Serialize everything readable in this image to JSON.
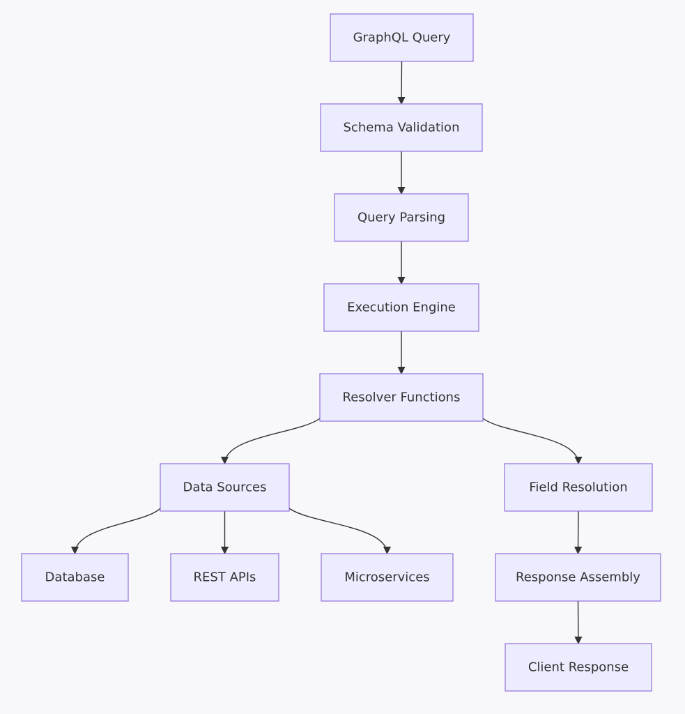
{
  "diagram": {
    "type": "flowchart",
    "direction": "top-down",
    "colors": {
      "background": "#f8f8fa",
      "node_fill": "#ececff",
      "node_stroke": "#9370db",
      "edge": "#333333",
      "text": "#333333"
    },
    "nodes": [
      {
        "id": "graphql_query",
        "label": "GraphQL Query"
      },
      {
        "id": "schema_validation",
        "label": "Schema Validation"
      },
      {
        "id": "query_parsing",
        "label": "Query Parsing"
      },
      {
        "id": "execution_engine",
        "label": "Execution Engine"
      },
      {
        "id": "resolver_functions",
        "label": "Resolver Functions"
      },
      {
        "id": "data_sources",
        "label": "Data Sources"
      },
      {
        "id": "field_resolution",
        "label": "Field Resolution"
      },
      {
        "id": "database",
        "label": "Database"
      },
      {
        "id": "rest_apis",
        "label": "REST APIs"
      },
      {
        "id": "microservices",
        "label": "Microservices"
      },
      {
        "id": "response_assembly",
        "label": "Response Assembly"
      },
      {
        "id": "client_response",
        "label": "Client Response"
      }
    ],
    "edges": [
      {
        "from": "graphql_query",
        "to": "schema_validation"
      },
      {
        "from": "schema_validation",
        "to": "query_parsing"
      },
      {
        "from": "query_parsing",
        "to": "execution_engine"
      },
      {
        "from": "execution_engine",
        "to": "resolver_functions"
      },
      {
        "from": "resolver_functions",
        "to": "data_sources"
      },
      {
        "from": "resolver_functions",
        "to": "field_resolution"
      },
      {
        "from": "data_sources",
        "to": "database"
      },
      {
        "from": "data_sources",
        "to": "rest_apis"
      },
      {
        "from": "data_sources",
        "to": "microservices"
      },
      {
        "from": "field_resolution",
        "to": "response_assembly"
      },
      {
        "from": "response_assembly",
        "to": "client_response"
      }
    ]
  }
}
